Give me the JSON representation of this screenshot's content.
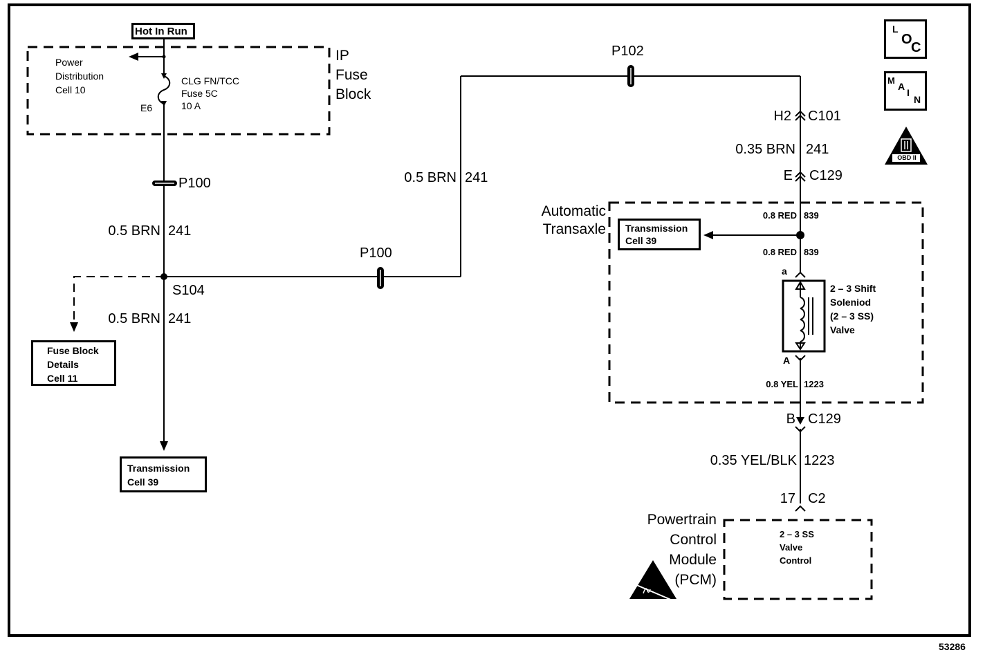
{
  "diagram": {
    "figure_id": "53286",
    "power_source": "Hot In Run",
    "ip_fuse_block": {
      "label_lines": [
        "IP",
        "Fuse",
        "Block"
      ],
      "power_distribution_ref": [
        "Power",
        "Distribution",
        "Cell 10"
      ],
      "fuse_lines": [
        "CLG FN/TCC",
        "Fuse 5C",
        "10 A"
      ],
      "terminal": "E6"
    },
    "corner_icons": {
      "loc": [
        "L",
        "O",
        "C"
      ],
      "main": [
        "M",
        "A",
        "I",
        "N"
      ],
      "obd": "OBD II"
    },
    "connectors": {
      "p100_upper": "P100",
      "p100_lower": "P100",
      "p102": "P102",
      "splice": "S104",
      "c101": {
        "pin": "H2",
        "name": "C101"
      },
      "c129_top": {
        "pin": "E",
        "name": "C129"
      },
      "c129_bottom": {
        "pin": "B",
        "name": "C129"
      },
      "c2": {
        "pin": "17",
        "name": "C2"
      },
      "solenoid_pin_top": "a",
      "solenoid_pin_bottom": "A"
    },
    "wires": {
      "left_upper": {
        "gauge_color": "0.5 BRN",
        "circuit": "241"
      },
      "left_lower": {
        "gauge_color": "0.5 BRN",
        "circuit": "241"
      },
      "center_vertical": {
        "gauge_color": "0.5 BRN",
        "circuit": "241"
      },
      "right_top": {
        "gauge_color": "0.35 BRN",
        "circuit": "241"
      },
      "red_upper": {
        "gauge_color": "0.8 RED",
        "circuit": "839"
      },
      "red_lower": {
        "gauge_color": "0.8 RED",
        "circuit": "839"
      },
      "yel": {
        "gauge_color": "0.8 YEL",
        "circuit": "1223"
      },
      "yel_blk": {
        "gauge_color": "0.35 YEL/BLK",
        "circuit": "1223"
      }
    },
    "references": {
      "fuse_block_details": [
        "Fuse Block",
        "Details",
        "Cell 11"
      ],
      "transmission_left": [
        "Transmission",
        "Cell 39"
      ],
      "transmission_right": [
        "Transmission",
        "Cell 39"
      ]
    },
    "automatic_transaxle": {
      "label_lines": [
        "Automatic",
        "Transaxle"
      ],
      "solenoid_lines": [
        "2 – 3 Shift",
        "Soleniod",
        "(2 – 3 SS)",
        "Valve"
      ]
    },
    "pcm": {
      "label_lines": [
        "Powertrain",
        "Control",
        "Module",
        "(PCM)"
      ],
      "internal_lines": [
        "2 – 3 SS",
        "Valve",
        "Control"
      ]
    }
  }
}
